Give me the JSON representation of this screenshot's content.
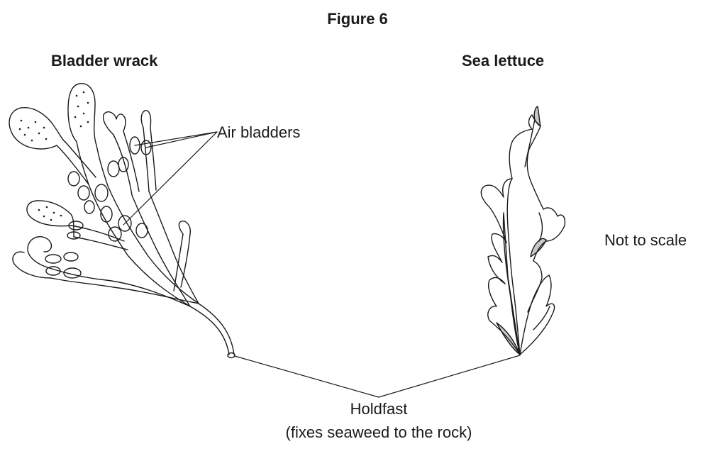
{
  "figure": {
    "title": "Figure 6",
    "left_organism": "Bladder wrack",
    "right_organism": "Sea lettuce",
    "air_bladders_label": "Air bladders",
    "scale_note": "Not to scale",
    "holdfast_label": "Holdfast",
    "holdfast_note": "(fixes seaweed to the rock)"
  },
  "colors": {
    "line": "#1a1a1a",
    "shade": "#c8c8c8",
    "background": "#ffffff"
  }
}
